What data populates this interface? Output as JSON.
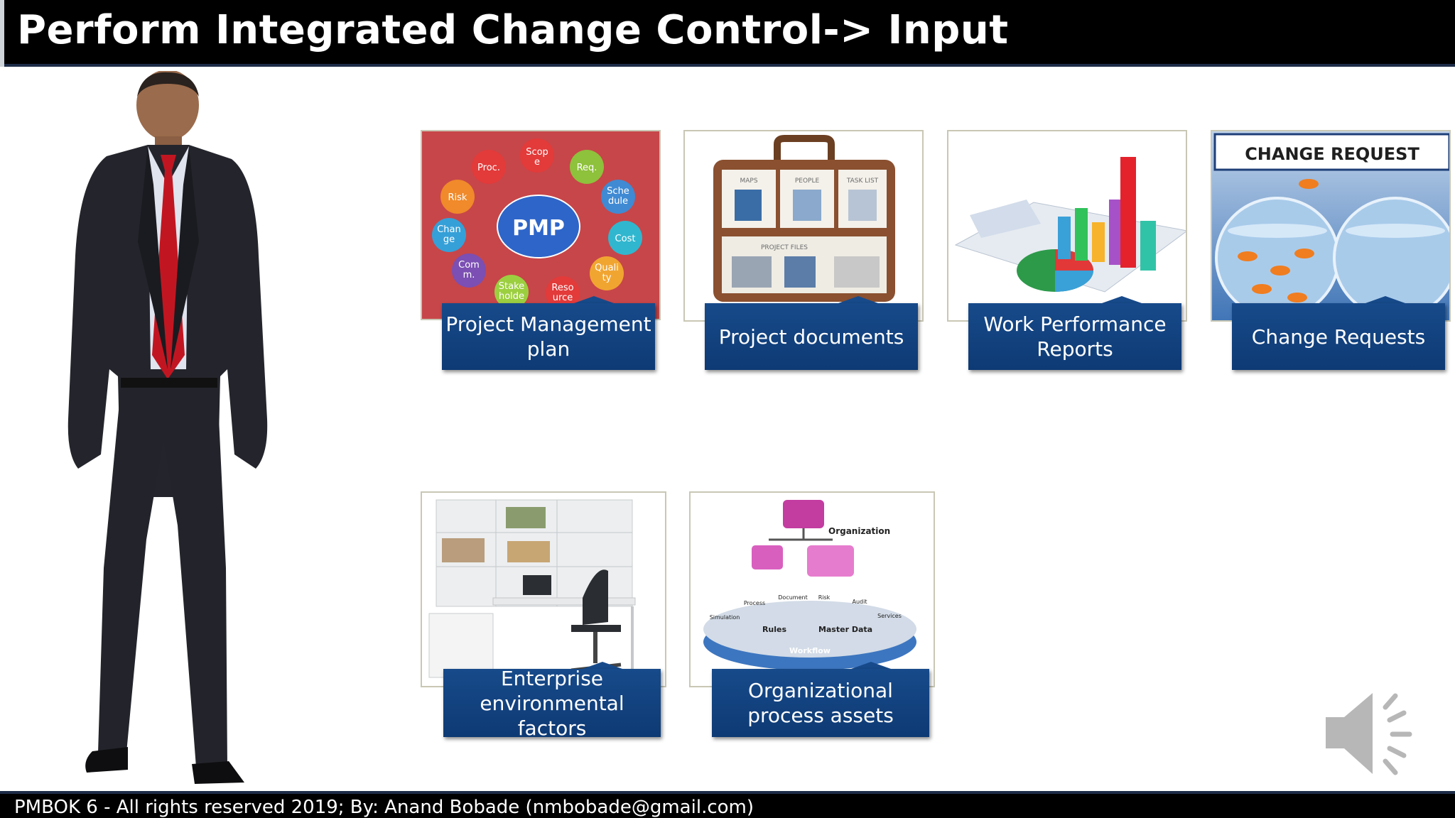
{
  "slide": {
    "title": "Perform Integrated Change Control-> Input",
    "footer": "PMBOK 6 - All rights reserved 2019; By: Anand Bobade (nmbobade@gmail.com)"
  },
  "inputs": [
    {
      "label": "Project Management plan",
      "image": "pmp-components-diagram"
    },
    {
      "label": "Project documents",
      "image": "briefcase-icon"
    },
    {
      "label": "Work Performance Reports",
      "image": "charts-and-reports"
    },
    {
      "label": "Change Requests",
      "image": "fish-bowls"
    },
    {
      "label": "Enterprise environmental factors",
      "image": "office-furniture"
    },
    {
      "label": "Organizational process assets",
      "image": "org-process-platform"
    }
  ],
  "pmp_diagram": {
    "center": "PMP",
    "nodes": [
      "Scop e",
      "Req.",
      "Sche dule",
      "Cost",
      "Quali ty",
      "Reso urce",
      "Stake holde",
      "Com m.",
      "Chan ge",
      "Risk",
      "Proc."
    ]
  },
  "briefcase": {
    "tags": [
      "MAPS",
      "PEOPLE",
      "TASK LIST",
      "PROJECT FILES"
    ]
  },
  "change_request_banner": "CHANGE  REQUEST",
  "opa_diagram": {
    "top_label": "Organization",
    "items": [
      "Process",
      "Document",
      "Risk",
      "Audit",
      "Simulation",
      "Services",
      "Rules",
      "Master Data",
      "Workflow"
    ]
  },
  "audio": {
    "icon": "speaker-icon"
  }
}
